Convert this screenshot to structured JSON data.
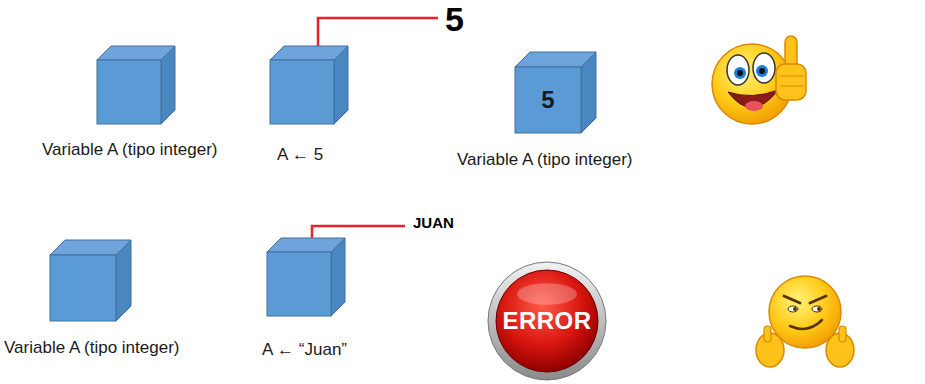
{
  "diagram": {
    "nodes": [
      {
        "text": [
          "Variable A (tipo integer)"
        ]
      },
      {
        "text": [
          "A ← 5"
        ]
      },
      {
        "text": [
          "5",
          "Variable A (tipo integer)"
        ]
      },
      {
        "text": [
          "Variable A (tipo integer)"
        ]
      },
      {
        "text": [
          "A ← “Juan”"
        ]
      },
      {
        "text": [
          "ERROR"
        ]
      }
    ],
    "labels": [
      "5",
      "JUAN"
    ]
  }
}
